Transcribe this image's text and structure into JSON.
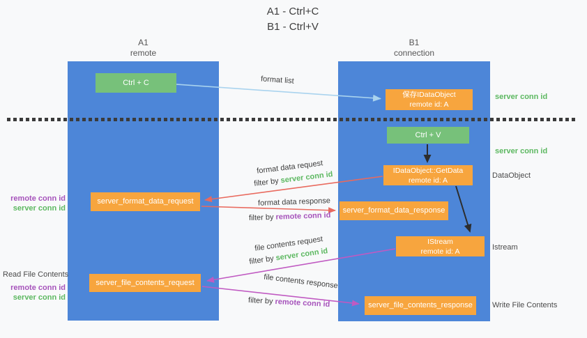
{
  "title": {
    "line1": "A1 - Ctrl+C",
    "line2": "B1 - Ctrl+V"
  },
  "lanes": {
    "left": {
      "name": "A1",
      "role": "remote"
    },
    "right": {
      "name": "B1",
      "role": "connection"
    }
  },
  "nodes": {
    "ctrl_c": {
      "label": "Ctrl + C"
    },
    "ctrl_v": {
      "label": "Ctrl + V"
    },
    "save_dataobject": {
      "line1": "保存IDataObject",
      "line2": "remote id: A"
    },
    "getdata": {
      "line1": "IDataObject::GetData",
      "line2": "remote id: A"
    },
    "istream": {
      "line1": "IStream",
      "line2": "remote id: A"
    },
    "format_data_request": {
      "label": "server_format_data_request"
    },
    "format_data_response": {
      "label": "server_format_data_response"
    },
    "file_contents_request": {
      "label": "server_file_contents_request"
    },
    "file_contents_response": {
      "label": "server_file_contents_response"
    }
  },
  "edge_labels": {
    "format_list": "format list",
    "format_data_request": "format data request",
    "format_data_response": "format data response",
    "file_contents_request": "file contents request",
    "file_contents_response": "file contents response",
    "filter_by": "filter by ",
    "server_conn_id": "server conn id",
    "remote_conn_id": "remote conn id"
  },
  "side_labels": {
    "server_conn_id_1": "server conn id",
    "server_conn_id_2": "server conn id",
    "dataobject": "DataObject",
    "istream": "Istream",
    "read_file_contents": "Read File Contents",
    "write_file_contents": "Write File Contents",
    "remote_conn_id_upper": "remote conn id",
    "server_conn_id_upper": "server conn id",
    "remote_conn_id_lower": "remote conn id",
    "server_conn_id_lower": "server conn id"
  },
  "colors": {
    "background": "#f8f9fa",
    "lane_blue": "#4d86d8",
    "action_green": "#77c17a",
    "object_orange": "#f7a53e",
    "arrow_black": "#2d2d2d",
    "arrow_light_blue": "#a9d3ee",
    "arrow_salmon": "#e96a5e",
    "arrow_magenta": "#c05ac2",
    "text_green": "#5cb860",
    "text_purple": "#a653bb",
    "text_dark": "#3d3d3d",
    "divider_dark": "#3b3b3b"
  }
}
